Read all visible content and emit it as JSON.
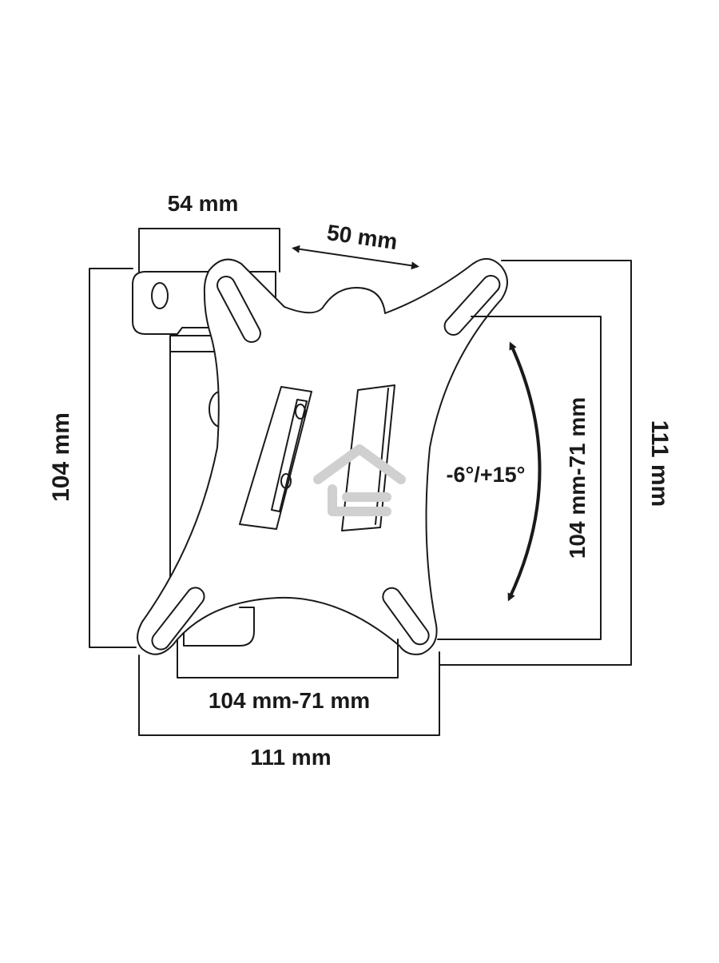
{
  "colors": {
    "line": "#1a1a1a",
    "background": "#ffffff",
    "watermark": "#d0d0d0"
  },
  "dimensions": {
    "wall_plate_width": "54 mm",
    "arm_offset": "50 mm",
    "wall_plate_height": "104 mm",
    "tilt_range": "-6°/+15°",
    "vesa_vertical_inner": "104 mm-71 mm",
    "vesa_vertical_outer": "111 mm",
    "vesa_horizontal_inner": "104 mm-71 mm",
    "vesa_horizontal_outer": "111 mm"
  },
  "icons": {
    "watermark": "house-watermark-icon",
    "tilt_arrow": "curved-double-arrow-icon"
  }
}
